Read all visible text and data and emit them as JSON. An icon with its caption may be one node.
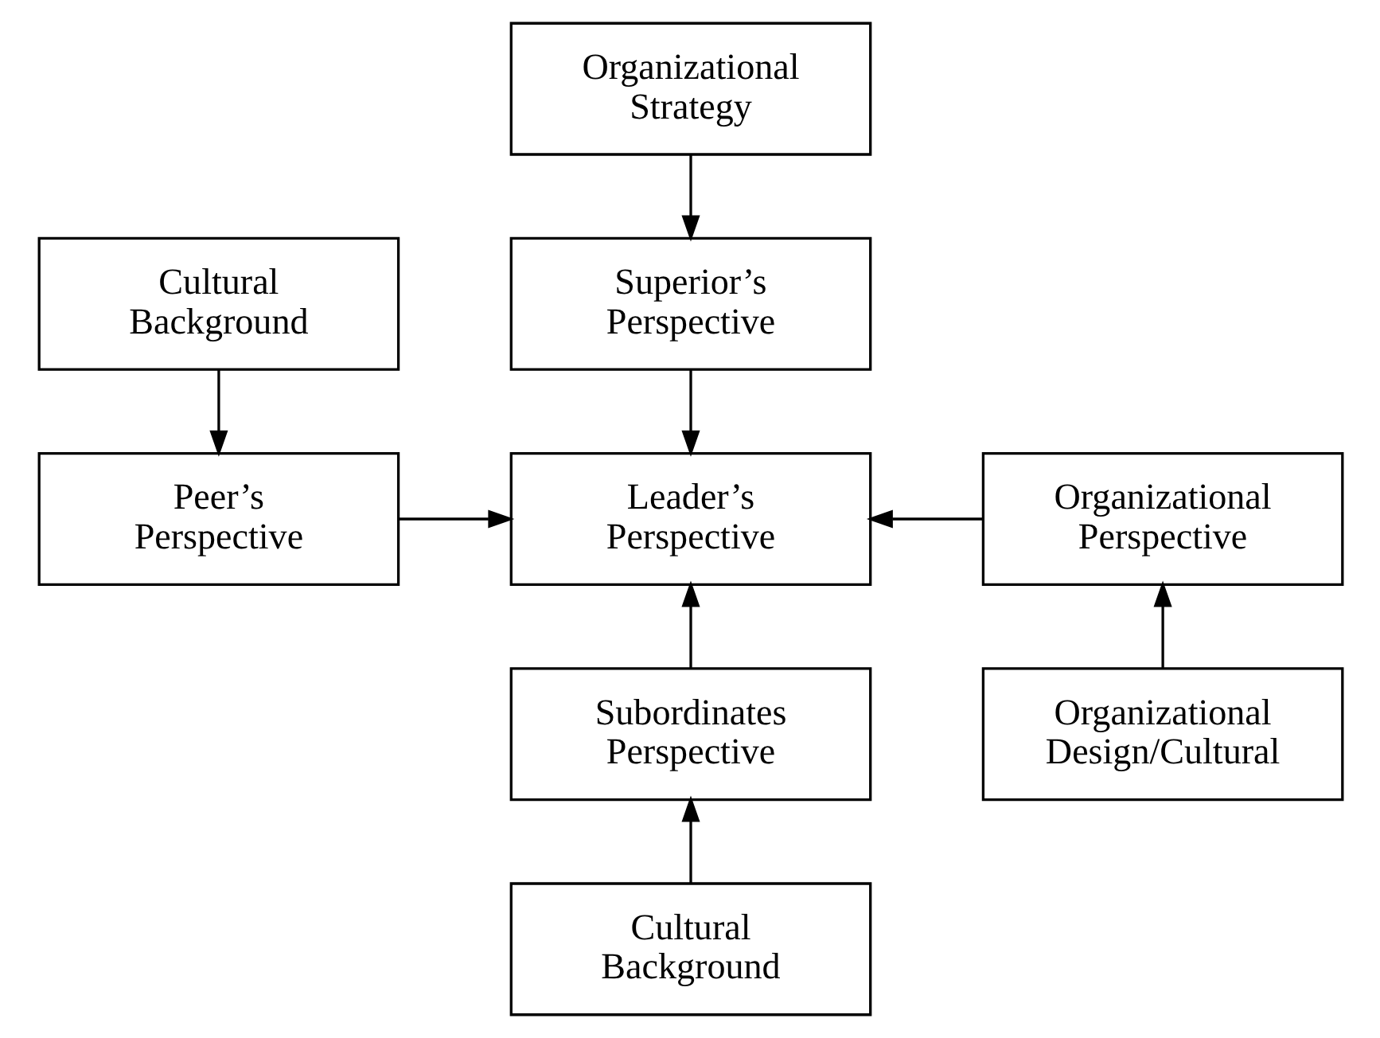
{
  "diagram": {
    "nodes": [
      {
        "text": [
          "Organizational Strategy"
        ]
      },
      {
        "text": [
          "Superior’s Perspective"
        ]
      },
      {
        "text": [
          "Cultural Background"
        ]
      },
      {
        "text": [
          "Peer’s Perspective"
        ]
      },
      {
        "text": [
          "Leader’s Perspective"
        ]
      },
      {
        "text": [
          "Organizational Perspective"
        ]
      },
      {
        "text": [
          "Organizational Design/Cultural"
        ]
      },
      {
        "text": [
          "Subordinates Perspective"
        ]
      },
      {
        "text": [
          "Cultural Background"
        ]
      }
    ],
    "edges": [
      {
        "from": 0,
        "to": 1,
        "arrow": "to"
      },
      {
        "from": 1,
        "to": 4,
        "arrow": "to"
      },
      {
        "from": 2,
        "to": 3,
        "arrow": "to"
      },
      {
        "from": 3,
        "to": 4,
        "arrow": "to"
      },
      {
        "from": 5,
        "to": 4,
        "arrow": "to"
      },
      {
        "from": 6,
        "to": 5,
        "arrow": "to"
      },
      {
        "from": 8,
        "to": 7,
        "arrow": "to"
      },
      {
        "from": 7,
        "to": 4,
        "arrow": "to"
      }
    ]
  }
}
